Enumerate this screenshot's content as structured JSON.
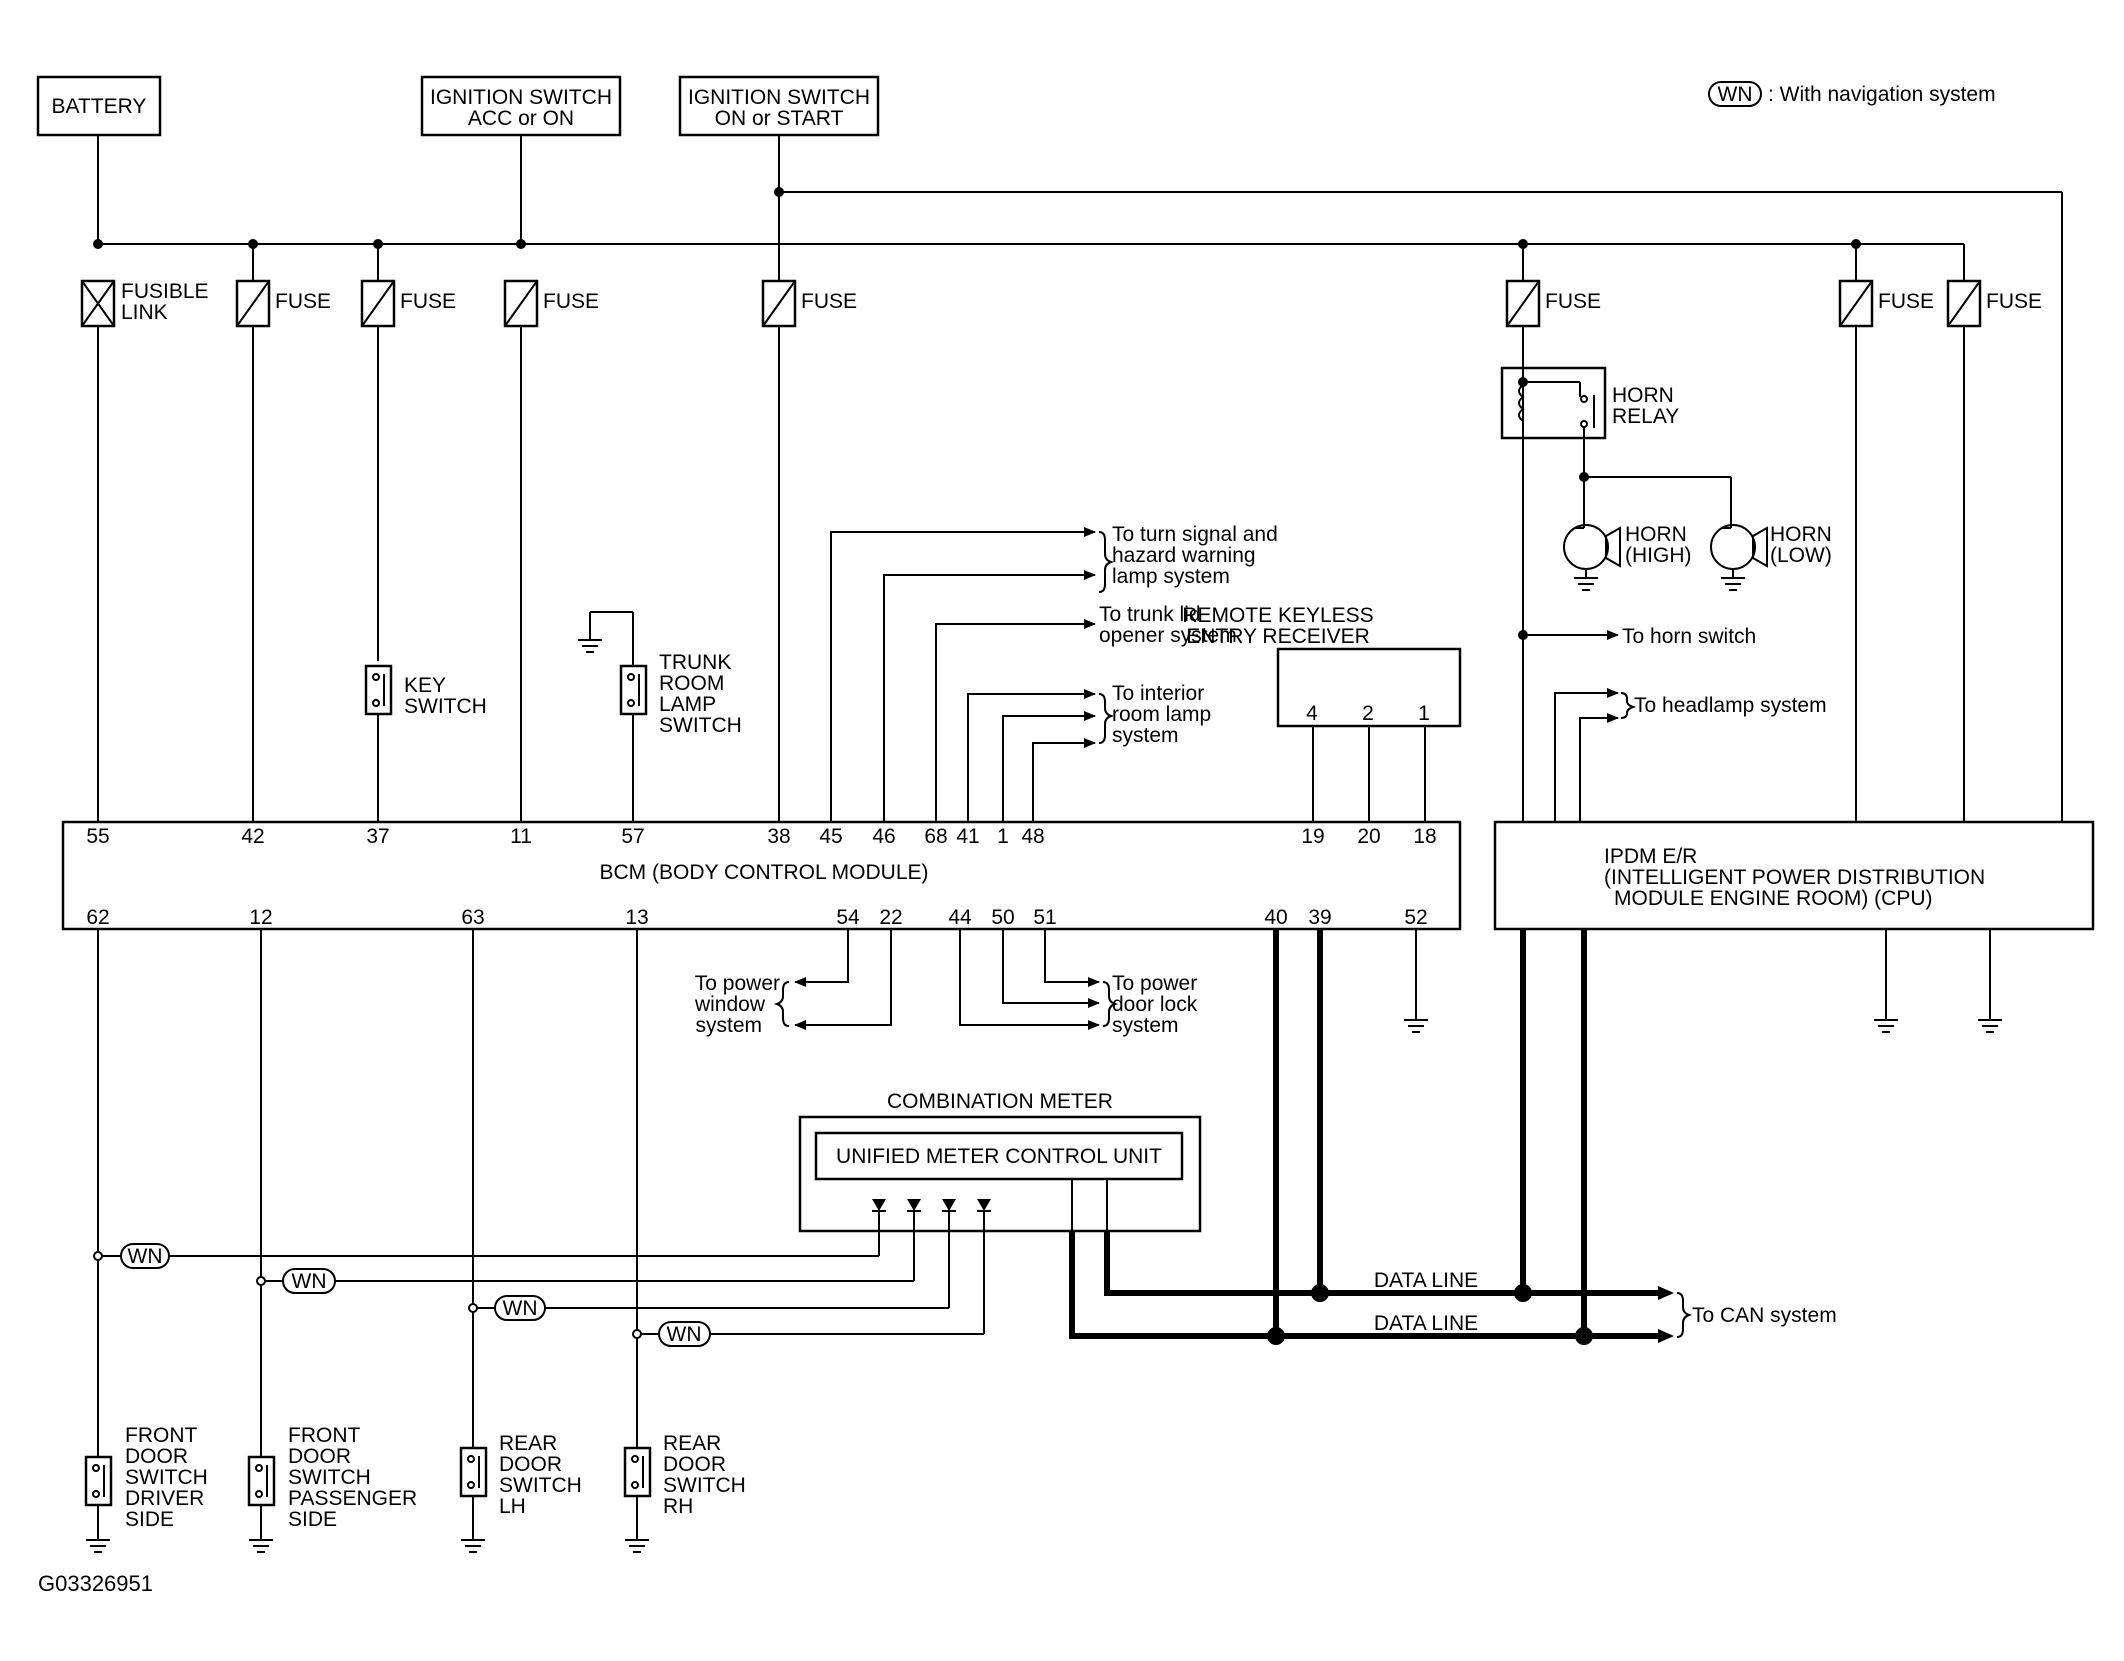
{
  "sources": {
    "battery": "BATTERY",
    "ign_acc_l1": "IGNITION SWITCH",
    "ign_acc_l2": "ACC or ON",
    "ign_on_l1": "IGNITION SWITCH",
    "ign_on_l2": "ON or START"
  },
  "legend": {
    "wn": "WN",
    "text": ": With navigation system"
  },
  "fuses": {
    "fusible_l1": "FUSIBLE",
    "fusible_l2": "LINK",
    "fuse": "FUSE"
  },
  "components": {
    "key_switch_l1": "KEY",
    "key_switch_l2": "SWITCH",
    "trunk_l1": "TRUNK",
    "trunk_l2": "ROOM",
    "trunk_l3": "LAMP",
    "trunk_l4": "SWITCH",
    "horn_relay_l1": "HORN",
    "horn_relay_l2": "RELAY",
    "horn_high_l1": "HORN",
    "horn_high_l2": "(HIGH)",
    "horn_low_l1": "HORN",
    "horn_low_l2": "(LOW)",
    "rke_l1": "REMOTE KEYLESS",
    "rke_l2": "ENTRY RECEIVER",
    "rke_pins": [
      "4",
      "2",
      "1"
    ],
    "bcm": "BCM (BODY CONTROL MODULE)",
    "ipdm_l1": "IPDM E/R",
    "ipdm_l2": "(INTELLIGENT POWER DISTRIBUTION",
    "ipdm_l3": "MODULE ENGINE ROOM) (CPU)",
    "combo_meter": "COMBINATION METER",
    "umcu": "UNIFIED METER CONTROL UNIT",
    "fd_drv": [
      "FRONT",
      "DOOR",
      "SWITCH",
      "DRIVER",
      "SIDE"
    ],
    "fd_pass": [
      "FRONT",
      "DOOR",
      "SWITCH",
      "PASSENGER",
      "SIDE"
    ],
    "rd_lh": [
      "REAR",
      "DOOR",
      "SWITCH",
      "LH"
    ],
    "rd_rh": [
      "REAR",
      "DOOR",
      "SWITCH",
      "RH"
    ]
  },
  "bcm_pins_top": [
    "55",
    "42",
    "37",
    "11",
    "57",
    "38",
    "45",
    "46",
    "68",
    "41",
    "1",
    "48",
    "19",
    "20",
    "18"
  ],
  "bcm_pins_bottom": [
    "62",
    "12",
    "63",
    "13",
    "54",
    "22",
    "44",
    "50",
    "51",
    "40",
    "39",
    "52"
  ],
  "destinations": {
    "turn_l1": "To turn signal and",
    "turn_l2": "hazard warning",
    "turn_l3": "lamp system",
    "trunk_l1": "To trunk lid",
    "trunk_l2": "opener system",
    "interior_l1": "To interior",
    "interior_l2": "room lamp",
    "interior_l3": "system",
    "horn_switch": "To horn switch",
    "headlamp": "To headlamp system",
    "pw_l1": "To power",
    "pw_l2": "window",
    "pw_l3": "system",
    "pdl_l1": "To power",
    "pdl_l2": "door lock",
    "pdl_l3": "system",
    "data_line": "DATA LINE",
    "can": "To CAN system"
  },
  "figure_id": "G03326951"
}
